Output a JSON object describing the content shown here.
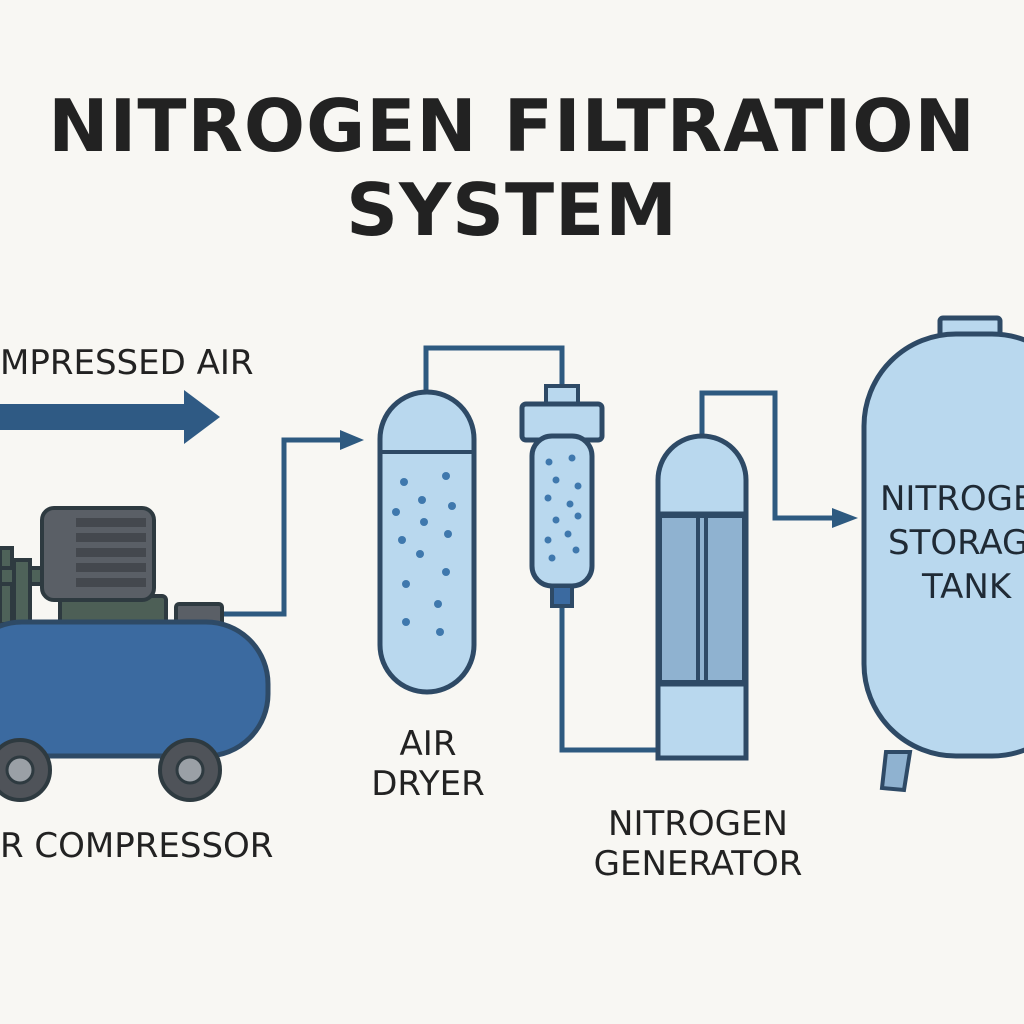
{
  "title": {
    "line1": "NITROGEN FILTRATION",
    "line2": "SYSTEM"
  },
  "labels": {
    "compressed_air": "MPRESSED AIR",
    "air_compressor": "R COMPRESSOR",
    "air_dryer_line1": "AIR",
    "air_dryer_line2": "DRYER",
    "generator_line1": "NITROGEN",
    "generator_line2": "GENERATOR",
    "tank_line1": "NITROGE",
    "tank_line2": "STORAG",
    "tank_line3": "TANK"
  },
  "colors": {
    "background": "#f8f7f3",
    "outline": "#2e4a66",
    "pipe": "#2e5a80",
    "compressor_body": "#3b6aa0",
    "light_fill": "#b9d8ee",
    "medium_fill": "#8fb2d0",
    "motor": "#5a5f66",
    "dots": "#3f78ad"
  }
}
